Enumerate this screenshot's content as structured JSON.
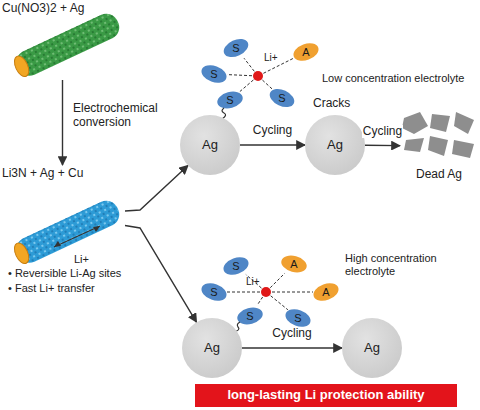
{
  "diagram": {
    "nodes": [
      {
        "text": [
          "Cu(NO3)2 + Ag"
        ]
      },
      {
        "text": [
          "Li3N + Ag + Cu",
          "Li+"
        ]
      },
      {
        "text": [
          "Ag"
        ]
      },
      {
        "text": [
          "Cracks",
          "Ag"
        ]
      },
      {
        "text": [
          "Dead Ag"
        ]
      },
      {
        "text": [
          "Ag"
        ]
      },
      {
        "text": [
          "Ag"
        ]
      },
      {
        "text": [
          "long-lasting Li protection ability"
        ]
      }
    ],
    "edges": [
      {
        "from": 0,
        "to": 1,
        "arrow": "to",
        "label": "Electrochemical conversion"
      },
      {
        "from": 1,
        "to": 2,
        "arrow": "to"
      },
      {
        "from": 1,
        "to": 5,
        "arrow": "to"
      },
      {
        "from": 2,
        "to": 3,
        "arrow": "to",
        "label": "Cycling"
      },
      {
        "from": 3,
        "to": 4,
        "arrow": "to",
        "label": "Cycling"
      },
      {
        "from": 5,
        "to": 6,
        "arrow": "to",
        "label": "Cycling"
      }
    ],
    "labels": [
      "• Reversible Li-Ag sites",
      "• Fast Li+ transfer",
      "S",
      "S",
      "S",
      "S",
      "A",
      "Li+",
      "Low concentration electrolyte",
      "S",
      "S",
      "A",
      "A",
      "S",
      "S",
      "Li+",
      "High concentration electrolyte"
    ]
  }
}
